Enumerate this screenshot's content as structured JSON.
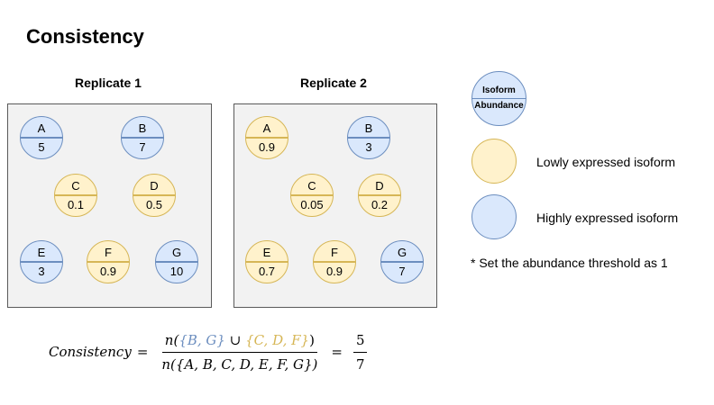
{
  "title": "Consistency",
  "replicates": [
    {
      "label": "Replicate 1",
      "nodes": [
        {
          "name": "A",
          "value": "5",
          "level": "high"
        },
        {
          "name": "B",
          "value": "7",
          "level": "high"
        },
        {
          "name": "C",
          "value": "0.1",
          "level": "low"
        },
        {
          "name": "D",
          "value": "0.5",
          "level": "low"
        },
        {
          "name": "E",
          "value": "3",
          "level": "high"
        },
        {
          "name": "F",
          "value": "0.9",
          "level": "low"
        },
        {
          "name": "G",
          "value": "10",
          "level": "high"
        }
      ]
    },
    {
      "label": "Replicate 2",
      "nodes": [
        {
          "name": "A",
          "value": "0.9",
          "level": "low"
        },
        {
          "name": "B",
          "value": "3",
          "level": "high"
        },
        {
          "name": "C",
          "value": "0.05",
          "level": "low"
        },
        {
          "name": "D",
          "value": "0.2",
          "level": "low"
        },
        {
          "name": "E",
          "value": "0.7",
          "level": "low"
        },
        {
          "name": "F",
          "value": "0.9",
          "level": "low"
        },
        {
          "name": "G",
          "value": "7",
          "level": "high"
        }
      ]
    }
  ],
  "legend": {
    "key_top": "Isoform",
    "key_bottom": "Abundance",
    "low_label": "Lowly expressed isoform",
    "high_label": "Highly expressed isoform",
    "note": "* Set the abundance threshold as 1"
  },
  "formula": {
    "lhs": "Consistency",
    "equals": "=",
    "num_prefix": "n(",
    "num_blue": "{B, G}",
    "num_union": " ∪ ",
    "num_gold": "{C, D, F}",
    "num_suffix": ")",
    "denominator": "n({A, B, C, D, E, F, G})",
    "result_num": "5",
    "result_den": "7"
  },
  "colors": {
    "high_fill": "#dae8fc",
    "high_stroke": "#6c8ebf",
    "low_fill": "#fff2cc",
    "low_stroke": "#d6b656"
  }
}
